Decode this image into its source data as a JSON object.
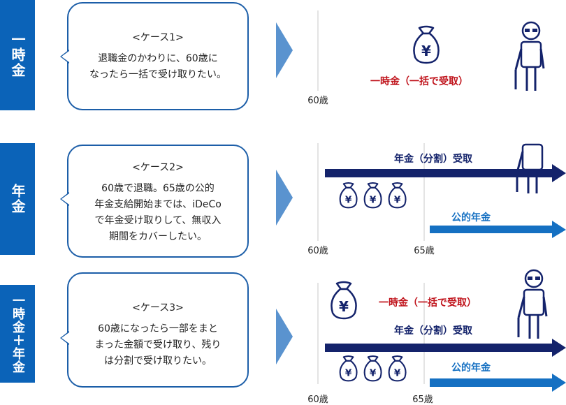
{
  "rows": [
    {
      "label": "一時金",
      "case_title": "<ケース1>",
      "case_line1": "退職金のかわりに、60歳に",
      "case_line2": "なったら一括で受け取りたい。",
      "lump_label": "一時金（一括で受取）",
      "age60": "60歳"
    },
    {
      "label": "年金",
      "case_title": "<ケース2>",
      "case_line1": "60歳で退職。65歳の公的",
      "case_line2": "年金支給開始までは、iDeCo",
      "case_line3": "で年金受け取りして、無収入",
      "case_line4": "期間をカバーしたい。",
      "annuity_label": "年金（分割）受取",
      "public_label": "公的年金",
      "age60": "60歳",
      "age65": "65歳"
    },
    {
      "label": "一時金＋年金",
      "case_title": "<ケース3>",
      "case_line1": "60歳になったら一部をまと",
      "case_line2": "まった金額で受け取り、残り",
      "case_line3": "は分割で受け取りたい。",
      "lump_label": "一時金（一括で受取）",
      "annuity_label": "年金（分割）受取",
      "public_label": "公的年金",
      "age60": "60歳",
      "age65": "65歳"
    }
  ],
  "yen_symbol": "¥",
  "colors": {
    "side": "#0b63b8",
    "navy": "#14236b",
    "blue": "#1570c2",
    "red": "#c0141c",
    "chevron": "#5a93cf"
  },
  "icons": [
    "money-bag-icon",
    "elderly-person-icon"
  ]
}
